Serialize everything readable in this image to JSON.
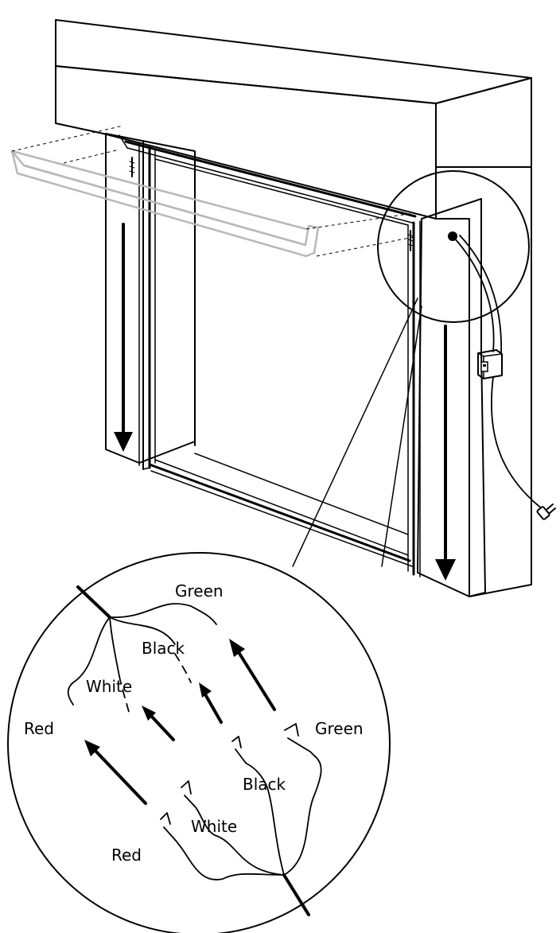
{
  "labels": {
    "upper_green": "Green",
    "upper_black": "Black",
    "upper_white": "White",
    "upper_red": "Red",
    "lower_green": "Green",
    "lower_black": "Black",
    "lower_white": "White",
    "lower_red": "Red"
  },
  "colors": {
    "stroke": "#000000",
    "ghost_cover": "#b8b8b8",
    "background": "#ffffff"
  },
  "icons": {
    "plug": "plug-icon",
    "switch": "switch-box-icon",
    "arrow": "arrow-icon"
  }
}
